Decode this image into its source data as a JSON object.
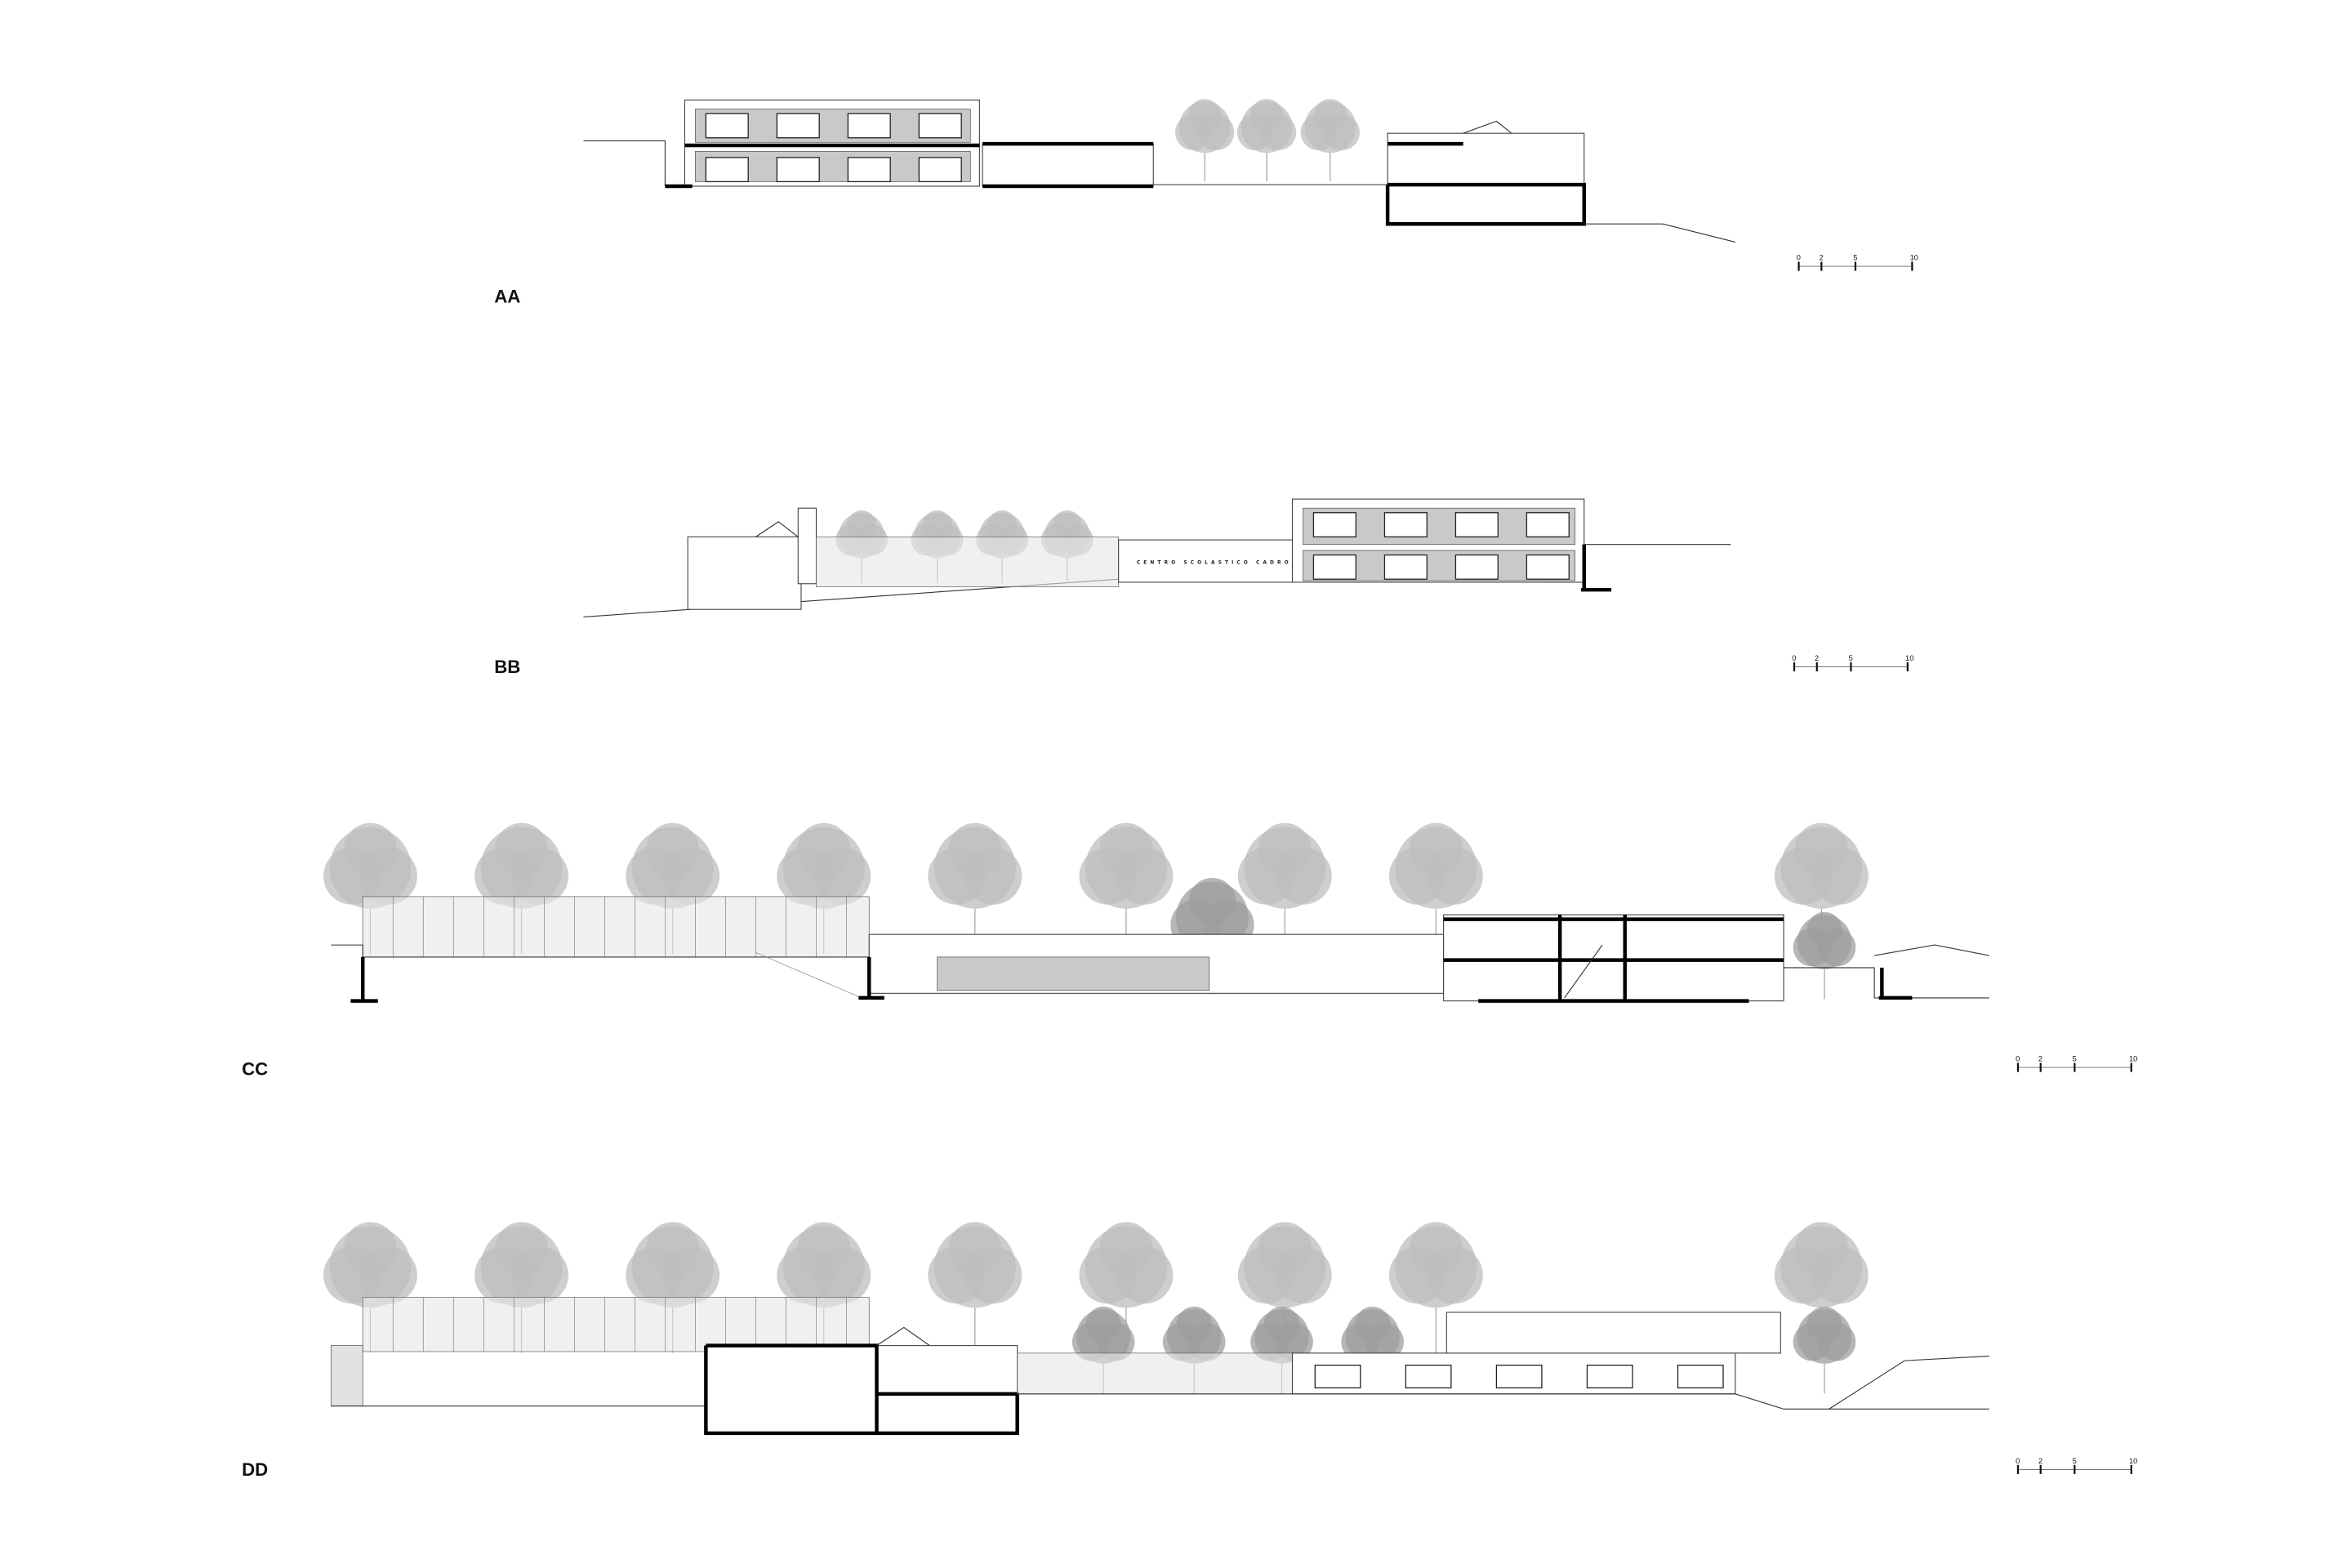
{
  "sections": [
    {
      "id": "aa",
      "label": "AA"
    },
    {
      "id": "bb",
      "label": "BB",
      "building_lettering": "CENTRO SCOLASTICO CADRO"
    },
    {
      "id": "cc",
      "label": "CC"
    },
    {
      "id": "dd",
      "label": "DD"
    }
  ],
  "scale_bar": {
    "ticks": [
      "0",
      "2",
      "5",
      "10"
    ]
  },
  "colors": {
    "line": "#333333",
    "tree": "#bdbdbd",
    "section_cut": "#000000"
  }
}
